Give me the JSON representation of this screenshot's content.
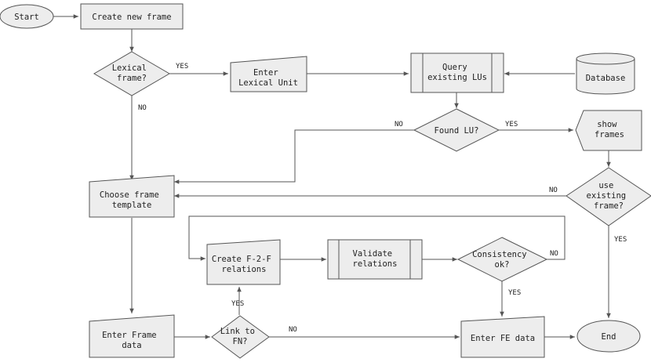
{
  "nodes": {
    "start": {
      "lines": [
        "Start"
      ]
    },
    "create_frame": {
      "lines": [
        "Create new frame"
      ]
    },
    "lexical_frame": {
      "lines": [
        "Lexical",
        "frame?"
      ]
    },
    "enter_lu": {
      "lines": [
        "Enter",
        "Lexical Unit"
      ]
    },
    "query_lus": {
      "lines": [
        "Query",
        "existing LUs"
      ]
    },
    "database": {
      "lines": [
        "Database"
      ]
    },
    "found_lu": {
      "lines": [
        "Found LU?"
      ]
    },
    "show_frames": {
      "lines": [
        "show",
        "frames"
      ]
    },
    "use_existing": {
      "lines": [
        "use",
        "existing",
        "frame?"
      ]
    },
    "choose_template": {
      "lines": [
        "Choose frame",
        "template"
      ]
    },
    "create_f2f": {
      "lines": [
        "Create F-2-F",
        "relations"
      ]
    },
    "validate": {
      "lines": [
        "Validate",
        "relations"
      ]
    },
    "consistency": {
      "lines": [
        "Consistency",
        "ok?"
      ]
    },
    "enter_frame_data": {
      "lines": [
        "Enter Frame",
        "data"
      ]
    },
    "link_fn": {
      "lines": [
        "Link to",
        "FN?"
      ]
    },
    "enter_fe_data": {
      "lines": [
        "Enter FE data"
      ]
    },
    "end": {
      "lines": [
        "End"
      ]
    }
  },
  "edge_labels": {
    "lexical_yes": "YES",
    "lexical_no": "NO",
    "found_no": "NO",
    "found_yes": "YES",
    "use_no": "NO",
    "use_yes": "YES",
    "consistency_no": "NO",
    "consistency_yes": "YES",
    "link_yes": "YES",
    "link_no": "NO"
  }
}
